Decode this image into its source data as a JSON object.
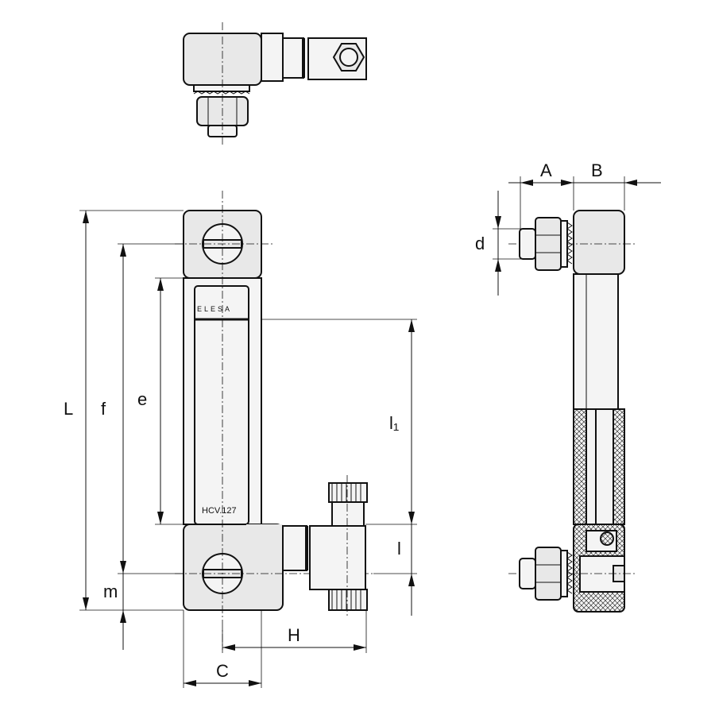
{
  "drawing": {
    "brand_label": "ELESA",
    "model_label": "HCV.127",
    "dimensions": {
      "L": "L",
      "f": "f",
      "e": "e",
      "l1": "l₁",
      "l": "l",
      "m": "m",
      "C": "C",
      "H": "H",
      "A": "A",
      "B": "B",
      "d": "d"
    }
  }
}
